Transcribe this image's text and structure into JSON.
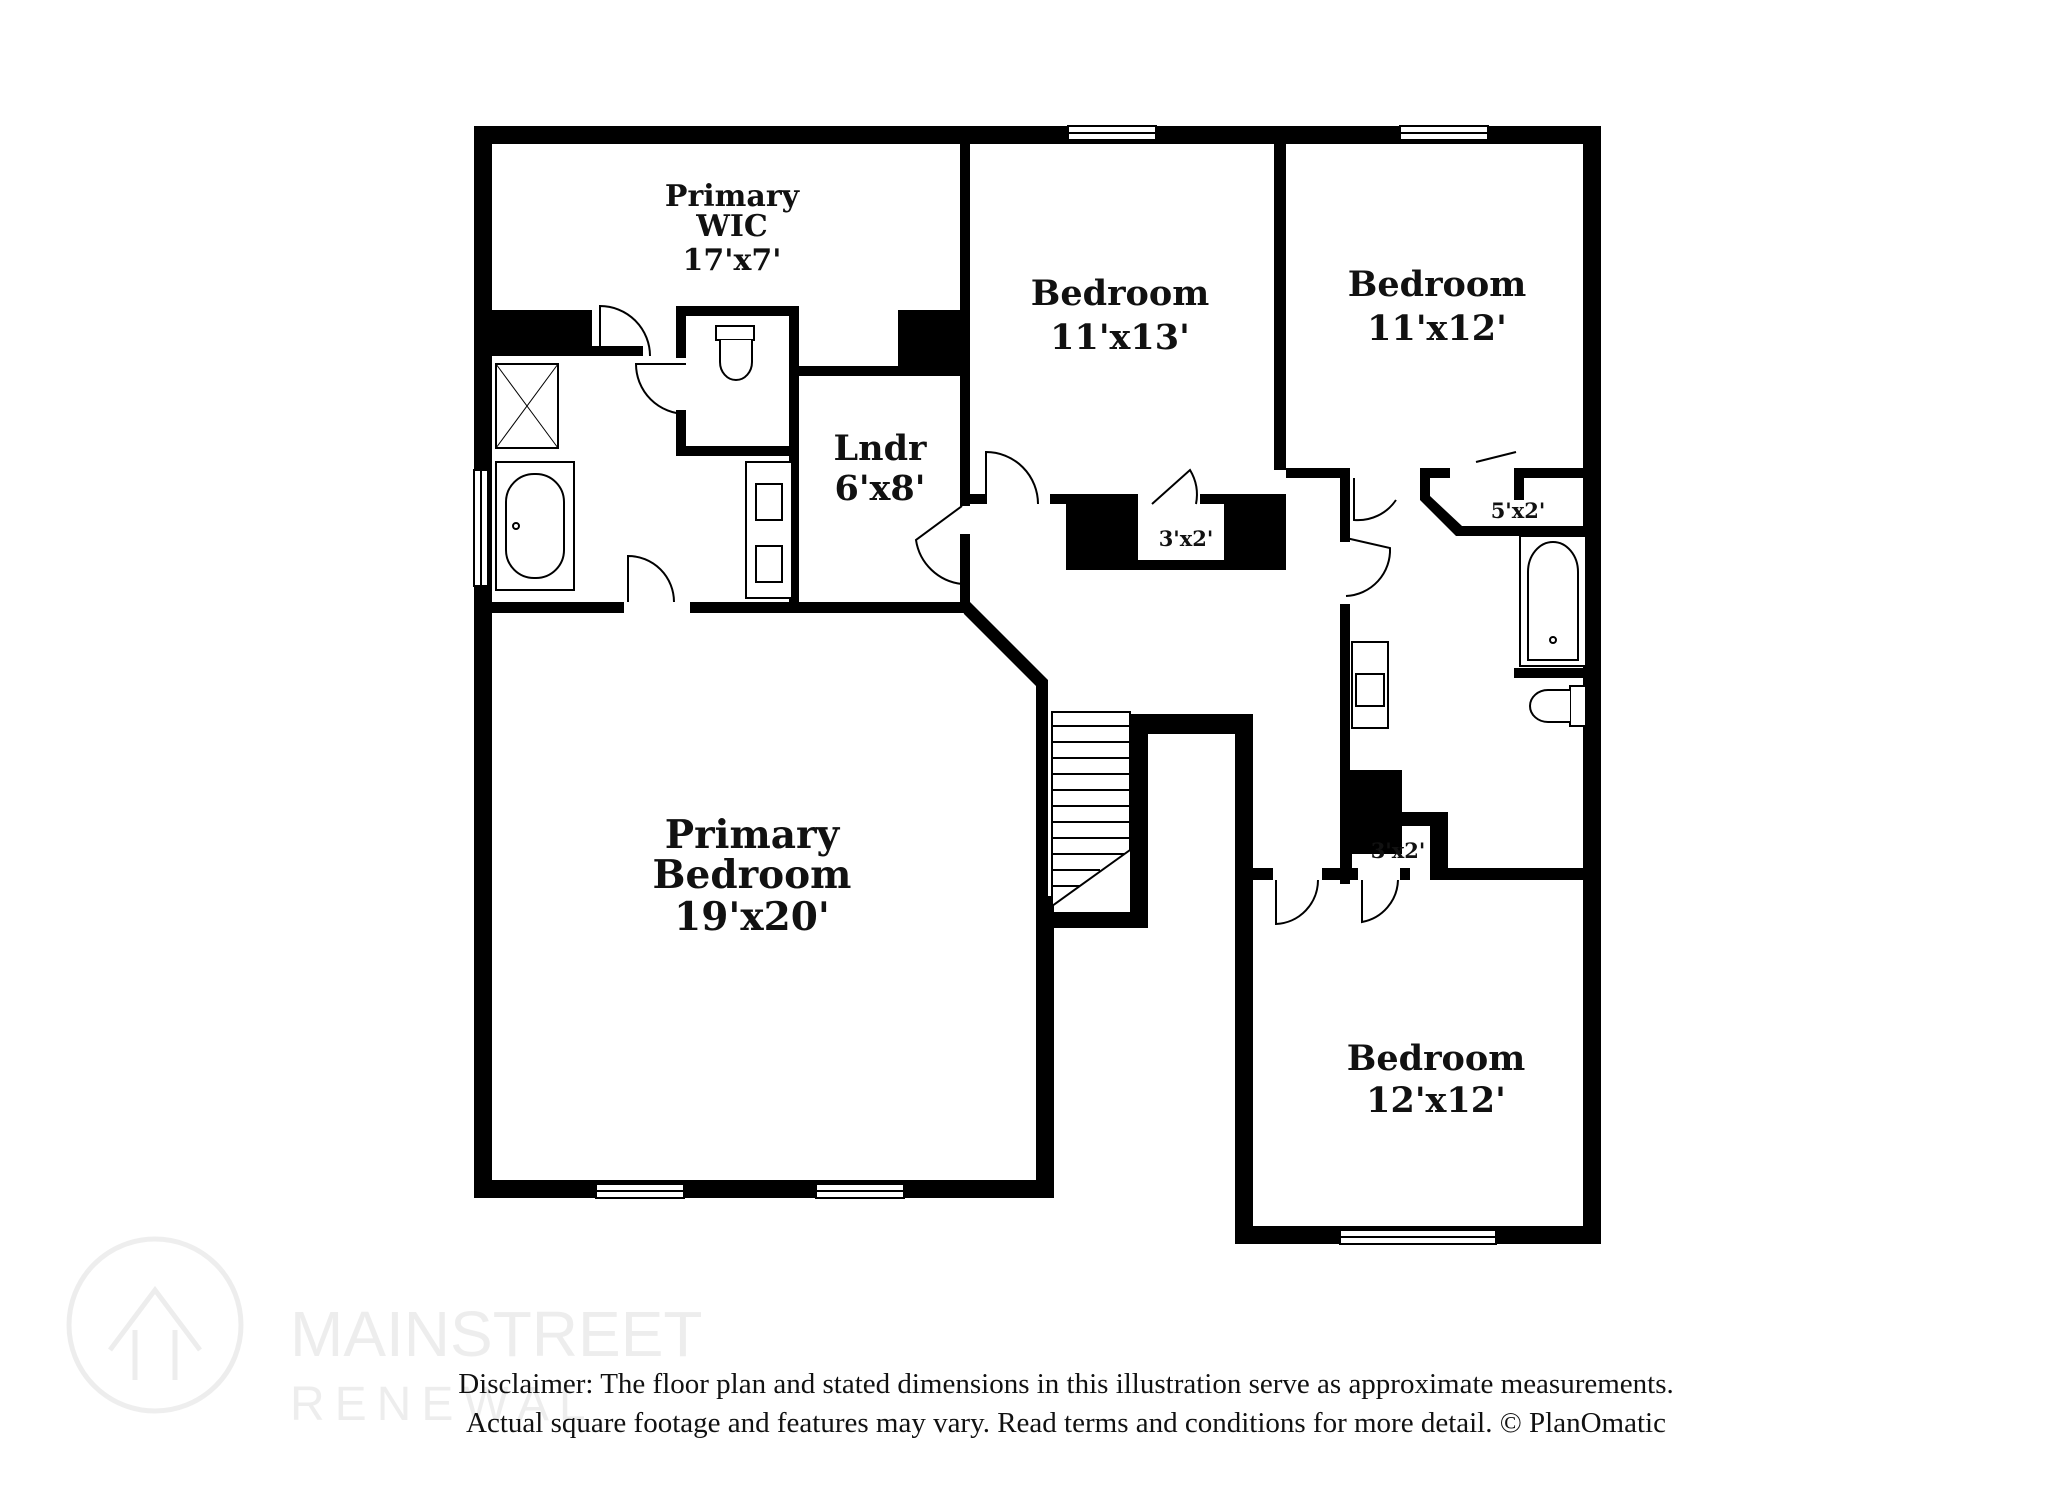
{
  "watermark": {
    "brand_line1": "MAINSTREET",
    "brand_line2": "RENEWAL",
    "color": "#ececec"
  },
  "rooms": {
    "primary_wic": {
      "line1": "Primary",
      "line2": "WIC",
      "dims": "17'x7'"
    },
    "bedroom_2": {
      "name": "Bedroom",
      "dims": "11'x13'"
    },
    "bedroom_3": {
      "name": "Bedroom",
      "dims": "11'x12'"
    },
    "laundry": {
      "name": "Lndr",
      "dims": "6'x8'"
    },
    "closet_hall": {
      "dims": "3'x2'"
    },
    "closet_5x2": {
      "dims": "5'x2'"
    },
    "closet_bath": {
      "dims": "3'x2'"
    },
    "primary_bedroom": {
      "line1": "Primary",
      "line2": "Bedroom",
      "dims": "19'x20'"
    },
    "bedroom_4": {
      "name": "Bedroom",
      "dims": "12'x12'"
    }
  },
  "disclaimer": {
    "line1": "Disclaimer: The floor plan and stated dimensions in this illustration serve as approximate measurements.",
    "line2": "Actual square footage and features may vary. Read terms and conditions for more detail. © PlanOmatic"
  },
  "colors": {
    "wall": "#000000",
    "background": "#ffffff"
  }
}
